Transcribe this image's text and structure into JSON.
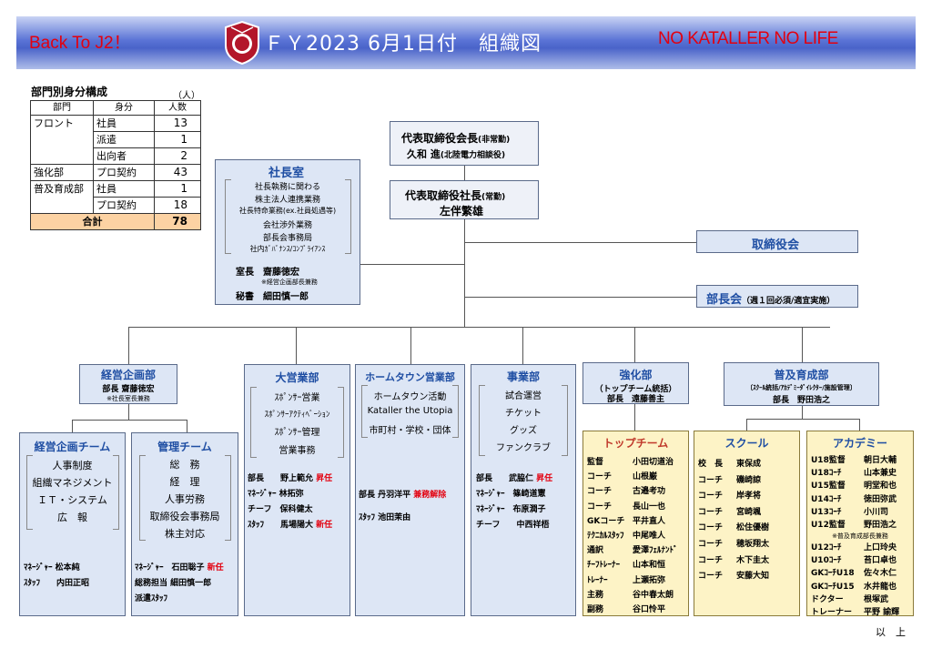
{
  "header": {
    "left": "Back To J2！",
    "title": "ＦＹ2023 6月1日付　組織図",
    "right": "NO KATALLER  NO LIFE"
  },
  "staff_table": {
    "title": "部門別身分構成",
    "unit": "（人）",
    "headers": [
      "部門",
      "身分",
      "人数"
    ],
    "rows": [
      [
        "フロント",
        "社員",
        "13"
      ],
      [
        "",
        "派遣",
        "1"
      ],
      [
        "",
        "出向者",
        "2"
      ],
      [
        "強化部",
        "プロ契約",
        "43"
      ],
      [
        "普及育成部",
        "社員",
        "1"
      ],
      [
        "",
        "プロ契約",
        "18"
      ]
    ],
    "total_label": "合計",
    "total_value": "78"
  },
  "exec": {
    "chairman_title": "代表取締役会長",
    "chairman_note": "(非常勤)",
    "chairman_name": "久和 進",
    "chairman_org": "(北陸電力相談役)",
    "president_title": "代表取締役社長",
    "president_note": "(常勤)",
    "president_name": "左伴繁雄",
    "board": "取締役会",
    "managers_meeting": "部長会",
    "managers_meeting_note": "（週１回必須/適宜実施）"
  },
  "president_office": {
    "title": "社長室",
    "duties": [
      "社長執務に関わる",
      "株主法人連携業務",
      "社長特命業務(ex.社員処遇等)",
      "会社渉外業務",
      "部長会事務局",
      "社内ｶﾞﾊﾞﾅﾝｽ/ｺﾝﾌﾟﾗｲｱﾝｽ"
    ],
    "chief_label": "室長",
    "chief_name": "齋藤徳宏",
    "chief_note": "※経営企画部長兼務",
    "secretary_label": "秘書",
    "secretary_name": "細田慎一郎"
  },
  "planning": {
    "title": "経営企画部",
    "head": "部長 齋藤徳宏",
    "head_note": "※社長室長兼務",
    "team1_title": "経営企画チーム",
    "team1_items": [
      "人事制度",
      "組織マネジメント",
      "ＩＴ・システム",
      "広　報"
    ],
    "team1_manager": "ﾏﾈｰｼﾞｬｰ 松本純",
    "team1_staff": "ｽﾀｯﾌ　　内田正昭",
    "team2_title": "管理チーム",
    "team2_items": [
      "総　務",
      "経　理",
      "人事労務",
      "取締役会事務局",
      "株主対応"
    ],
    "team2_manager": "ﾏﾈｰｼﾞｬｰ　石田聡子",
    "team2_manager_badge": "新任",
    "team2_general": "総務担当 細田慎一郎",
    "team2_dispatch": "派遣ｽﾀｯﾌ"
  },
  "sales": {
    "title": "大営業部",
    "items": [
      "ｽﾎﾟﾝｻｰ営業",
      "ｽﾎﾟﾝｻｰｱｸﾃｨﾍﾞｰｼｮﾝ",
      "ｽﾎﾟﾝｻｰ管理",
      "営業事務"
    ],
    "m1": "部長　　野上範允",
    "m1_badge": "昇任",
    "m2": "ﾏﾈｰｼﾞｬｰ 林拓弥",
    "m3": "チーフ　保科健太",
    "m4": "ｽﾀｯﾌ　　馬場陽大",
    "m4_badge": "新任"
  },
  "hometown": {
    "title": "ホームタウン営業部",
    "items": [
      "ホームタウン活動",
      "Kataller the Utopia",
      "市町村・学校・団体"
    ],
    "m1": "部長 丹羽洋平",
    "m1_badge": "兼務解除",
    "m2": "ｽﾀｯﾌ 池田茉由"
  },
  "business": {
    "title": "事業部",
    "items": [
      "試合運営",
      "チケット",
      "グッズ",
      "ファンクラブ"
    ],
    "m1": "部長　　武脇仁",
    "m1_badge": "昇任",
    "m2": "ﾏﾈｰｼﾞｬｰ　篠崎道憲",
    "m3": "ﾏﾈｰｼﾞｬｰ　布原潤子",
    "m4": "チーフ　　中西祥梧"
  },
  "strengthen": {
    "title": "強化部",
    "sub": "（トップチーム統括）",
    "head": "部長　遠藤善主",
    "team_title": "トップチーム",
    "roster": [
      [
        "監督",
        "小田切道治"
      ],
      [
        "コーチ",
        "山根巌"
      ],
      [
        "コーチ",
        "古邉考功"
      ],
      [
        "コーチ",
        "長山一也"
      ],
      [
        "GKコーチ",
        "平井直人"
      ],
      [
        "ﾃｸﾆｶﾙｽﾀｯﾌ",
        "中尾唯人"
      ],
      [
        "通訳",
        "愛澤ﾌｪﾙﾅﾝﾄﾞ"
      ],
      [
        "ﾁｰﾌﾄﾚｰﾅｰ",
        "山本和恒"
      ],
      [
        "ﾄﾚｰﾅｰ",
        "上瀬拓弥"
      ],
      [
        "主務",
        "谷中春太朗"
      ],
      [
        "副務",
        "谷口怜平"
      ]
    ]
  },
  "youth": {
    "title": "普及育成部",
    "sub": "〔ｽｸｰﾙ統括/ｱｶﾃﾞﾐｰﾀﾞｲﾚｸﾀｰ/施設管理〕",
    "head": "部長　野田浩之",
    "school_title": "スクール",
    "school": [
      [
        "校　長",
        "東保成"
      ],
      [
        "コーチ",
        "磯崎諒"
      ],
      [
        "コーチ",
        "岸孝将"
      ],
      [
        "コーチ",
        "宮崎颯"
      ],
      [
        "コーチ",
        "松住優樹"
      ],
      [
        "コーチ",
        "穂坂翔太"
      ],
      [
        "コーチ",
        "木下圭太"
      ],
      [
        "コーチ",
        "安藤大知"
      ]
    ],
    "academy_title": "アカデミー",
    "academy_a": [
      [
        "U18監督",
        "朝日大輔"
      ],
      [
        "U18ｺｰﾁ",
        "山本兼史"
      ],
      [
        "U15監督",
        "明堂和也"
      ],
      [
        "U14ｺｰﾁ",
        "徳田弥武"
      ],
      [
        "U13ｺｰﾁ",
        "小川司"
      ],
      [
        "U12監督",
        "野田浩之"
      ]
    ],
    "academy_note": "※普及育成部長兼務",
    "academy_b": [
      [
        "U12ｺｰﾁ",
        "上口玲央"
      ],
      [
        "U10ｺｰﾁ",
        "苔口卓也"
      ],
      [
        "GKｺｰﾁU18",
        "佐々木仁"
      ],
      [
        "GKｺｰﾁU15",
        "水井龍也"
      ],
      [
        "ドクター",
        "根塚武"
      ],
      [
        "トレーナー",
        "平野 諭輝"
      ]
    ]
  },
  "footer": "以　上",
  "colors": {
    "header_blue": "#4a63c9",
    "accent_red": "#e3000f",
    "box_blue": "#dde6f5",
    "box_gold": "#fdf3c6",
    "title_blue": "#1f4ea3"
  }
}
